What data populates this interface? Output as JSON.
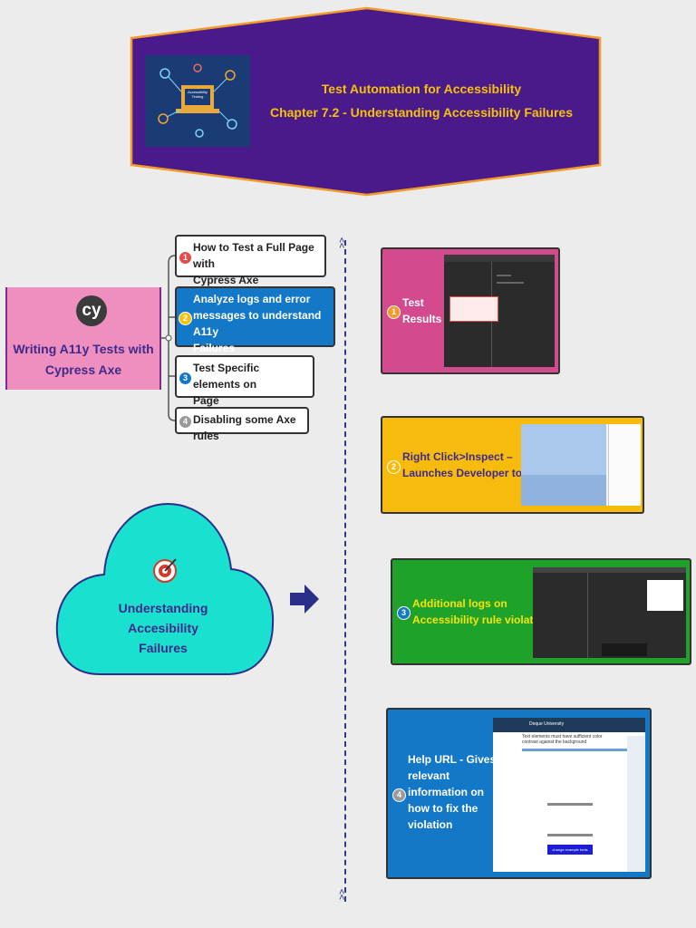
{
  "header": {
    "title_line1": "Test Automation for Accessibility",
    "title_line2": "Chapter 7.2 - Understanding Accessibility Failures",
    "thumb_text": "Accessibility Testing",
    "colors": {
      "fill": "#4b1a8a",
      "border": "#f39b2a",
      "title": "#f4c20d"
    }
  },
  "central_node": {
    "logo_text": "cy",
    "label_line1": "Writing A11y Tests with",
    "label_line2": "Cypress Axe"
  },
  "topics": [
    {
      "num": "1",
      "line1": "How to Test a Full Page with",
      "line2": "Cypress Axe",
      "color": "#e84a4a"
    },
    {
      "num": "2",
      "line1": "Analyze logs and error",
      "line2": "messages to understand A11y",
      "line3": "Failures",
      "color": "#f4c20d"
    },
    {
      "num": "3",
      "line1": "Test Specific elements on",
      "line2": "Page",
      "color": "#1478c8"
    },
    {
      "num": "4",
      "line1": "Disabling some Axe rules",
      "color": "#9a9a9a"
    }
  ],
  "cloud": {
    "label_line1": "Understanding",
    "label_line2": "Accesibility",
    "label_line3": "Failures",
    "icon": "target-icon"
  },
  "cards": [
    {
      "num": "1",
      "line1": "Test",
      "line2": "Results",
      "bg": "#d44a8e",
      "text_color": "#ffffff"
    },
    {
      "num": "2",
      "line1": "Right Click>Inspect –",
      "line2": "Launches Developer tools",
      "bg": "#f7bb0e",
      "text_color": "#3f2a8a"
    },
    {
      "num": "3",
      "line1": "Additional logs on",
      "line2": "Accessibility rule violation",
      "bg": "#1fa22a",
      "text_color": "#f4e40d"
    },
    {
      "num": "4",
      "line1": "Help URL - Gives",
      "line2": "relevant",
      "line3": "information on",
      "line4": "how to fix the",
      "line5": "violation",
      "bg": "#1478c8",
      "text_color": "#ffffff",
      "shot_title": "Text elements must have sufficient color contrast against the background",
      "shot_brand": "Deque University",
      "shot_button": "change example fonts"
    }
  ]
}
